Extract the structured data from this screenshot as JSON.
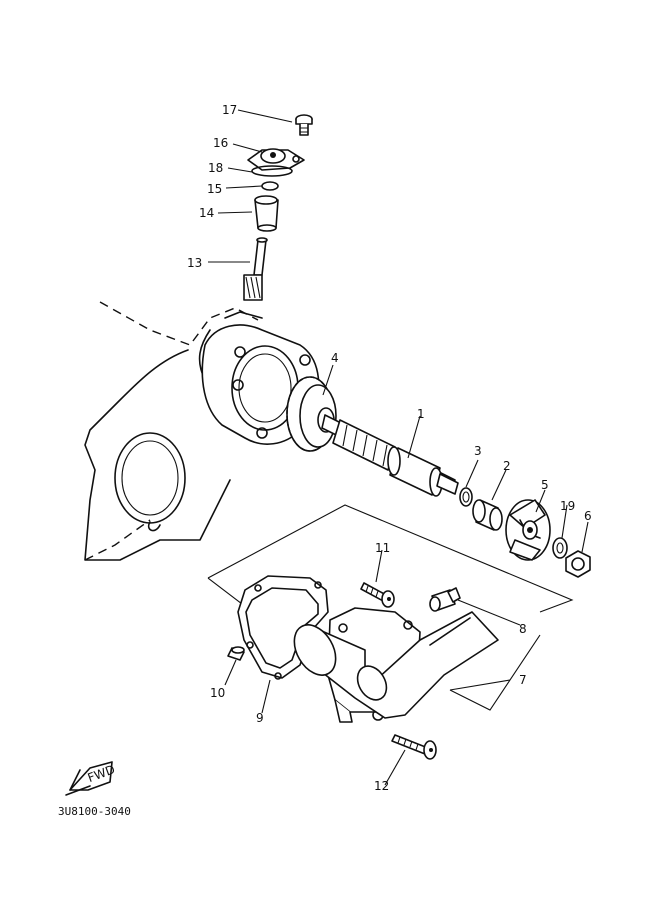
{
  "callouts": {
    "c1": "1",
    "c2": "2",
    "c3": "3",
    "c4": "4",
    "c5": "5",
    "c6": "6",
    "c7": "7",
    "c8": "8",
    "c9": "9",
    "c10": "10",
    "c11": "11",
    "c12": "12",
    "c13": "13",
    "c14": "14",
    "c15": "15",
    "c16": "16",
    "c17": "17",
    "c18": "18",
    "c19": "19"
  },
  "front_marker": "FWD",
  "drawing_code": "3U8100-3040",
  "icons": {
    "front_marker": "front-arrow-icon"
  }
}
